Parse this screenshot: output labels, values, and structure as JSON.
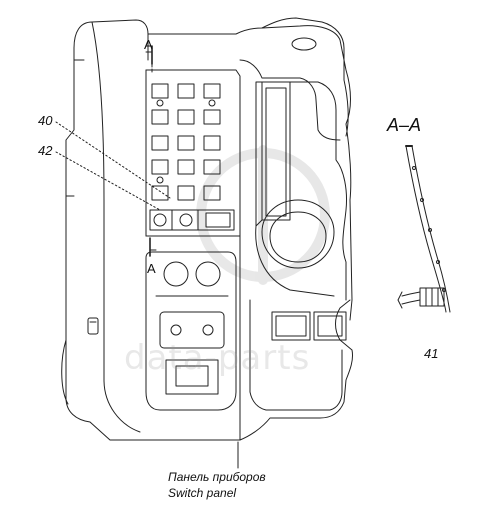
{
  "labels": {
    "callout_40": "40",
    "callout_42": "42",
    "callout_41": "41",
    "section_mark_top": "A",
    "section_mark_bottom": "A",
    "section_view_title": "А–А"
  },
  "caption": {
    "line_ru": "Панель приборов",
    "line_en": "Switch panel"
  },
  "watermark": {
    "text": "data-parts",
    "color": "#9a9a9a"
  },
  "colors": {
    "line": "#222222",
    "background": "#ffffff"
  }
}
